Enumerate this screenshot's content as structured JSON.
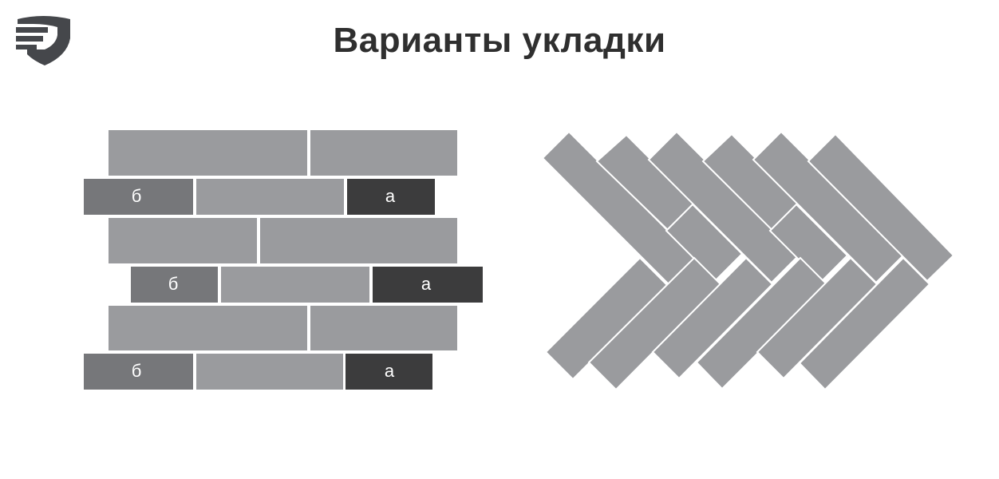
{
  "header": {
    "title": "Варианты укладки",
    "logo_icon": "shield-logo-icon"
  },
  "patterns": {
    "offset_pattern": {
      "labels": {
        "a": "а",
        "b": "б"
      }
    },
    "herringbone_pattern": {
      "icon": "herringbone-icon"
    }
  },
  "colors": {
    "tile_standard": "#9a9b9e",
    "tile_b": "#76777a",
    "tile_a": "#3c3c3d",
    "title_text": "#2f2f2f",
    "logo": "#45474b"
  }
}
